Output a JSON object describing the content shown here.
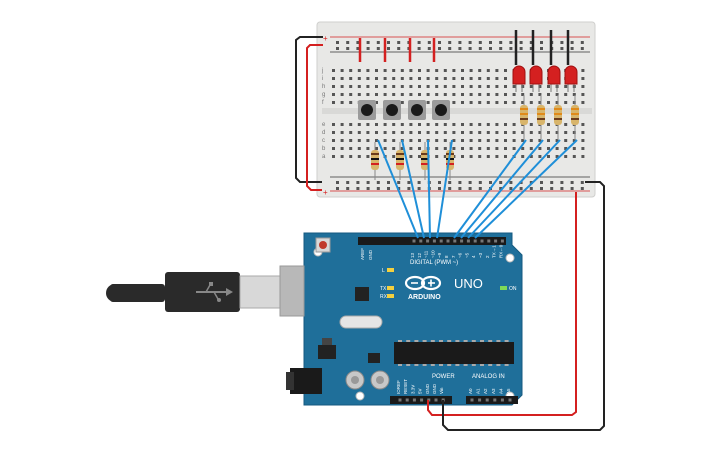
{
  "board": {
    "brand": "ARDUINO",
    "model": "UNO",
    "digital_header": "DIGITAL (PWM ~)",
    "power_header": "POWER",
    "analog_header": "ANALOG IN",
    "on_label": "ON",
    "led_l": "L",
    "led_tx": "TX",
    "led_rx": "RX",
    "aref": "AREF",
    "gnd_top": "GND",
    "digital_pins": [
      "13",
      "12",
      "~11",
      "~10",
      "~9",
      "8",
      "7",
      "~6",
      "~5",
      "4",
      "~3",
      "2",
      "TX→1",
      "RX←0"
    ],
    "power_pins": [
      "IOREF",
      "RESET",
      "3.3V",
      "5V",
      "GND",
      "GND",
      "Vin"
    ],
    "analog_pins": [
      "A0",
      "A1",
      "A2",
      "A3",
      "A4",
      "A5"
    ]
  },
  "breadboard": {
    "row_letters_top": [
      "j",
      "i",
      "h",
      "g",
      "f"
    ],
    "row_letters_bottom": [
      "e",
      "d",
      "c",
      "b",
      "a"
    ],
    "plus": "+",
    "minus": "−"
  },
  "components": {
    "buttons": 4,
    "leds": 4,
    "button_resistors": 4,
    "led_resistors": 4,
    "led_color": "#d42020",
    "wire_signal_color": "#1f8fd8",
    "wire_power_color": "#d42020",
    "wire_ground_color": "#222222"
  }
}
